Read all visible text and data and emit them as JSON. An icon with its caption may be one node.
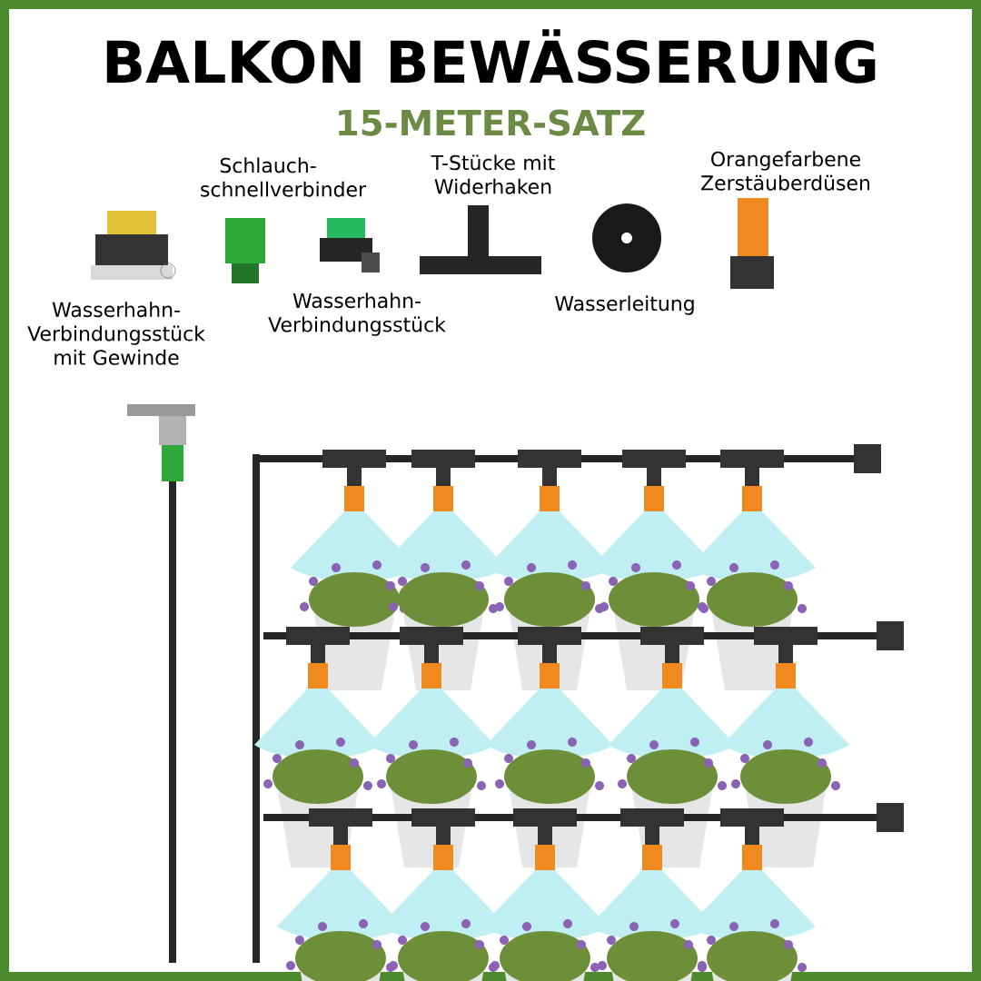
{
  "diagram": {
    "title": "BALKON BEWÄSSERUNG",
    "labels": [
      "15-METER-SATZ",
      "Schlauch-schnellverbinder",
      "T-Stücke mit Widerhaken",
      "Orangefarbene Zerstäuberdüsen",
      "Wasserhahn-Verbindungsstück mit Gewinde",
      "Wasserhahn-Verbindungsstück",
      "Wasserleitung"
    ]
  }
}
